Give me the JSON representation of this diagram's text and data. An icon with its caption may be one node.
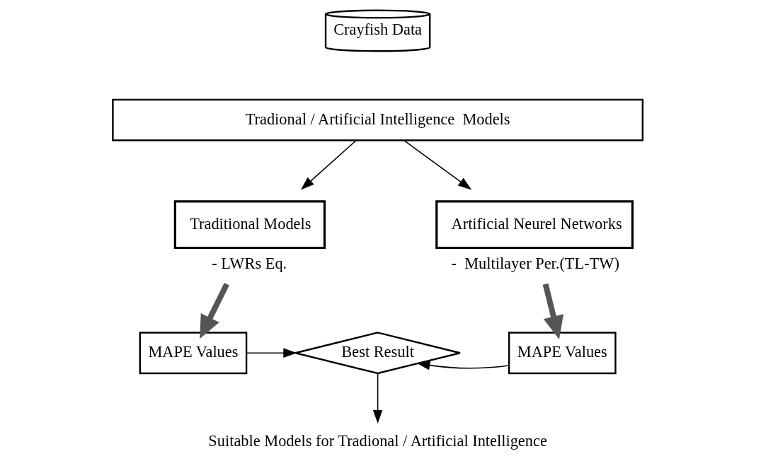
{
  "diagram": {
    "nodes": [
      {
        "text": [
          "Crayfish Data"
        ]
      },
      {
        "text": [
          "Tradional / Artificial Intelligence  Models"
        ]
      },
      {
        "text": [
          "Traditional Models"
        ],
        "beside": [
          "- LWRs Eq."
        ]
      },
      {
        "text": [
          "Artificial Neurel Networks"
        ],
        "beside": [
          "-  Multilayer Per.(TL-TW)"
        ]
      },
      {
        "text": [
          "MAPE Values"
        ]
      },
      {
        "text": [
          "Best Result"
        ]
      },
      {
        "text": [
          "MAPE Values"
        ]
      },
      {
        "text": [
          "Suitable Models for Tradional / Artificial Intelligence"
        ]
      }
    ],
    "edges": [
      {
        "from": 1,
        "to": 2,
        "arrow": "to"
      },
      {
        "from": 1,
        "to": 3,
        "arrow": "to"
      },
      {
        "from": 2,
        "to": 4,
        "arrow": "to",
        "style": "thick"
      },
      {
        "from": 3,
        "to": 6,
        "arrow": "to",
        "style": "thick"
      },
      {
        "from": 4,
        "to": 5,
        "arrow": "to"
      },
      {
        "from": 6,
        "to": 5,
        "arrow": "to"
      },
      {
        "from": 5,
        "to": 7,
        "arrow": "to"
      }
    ]
  }
}
